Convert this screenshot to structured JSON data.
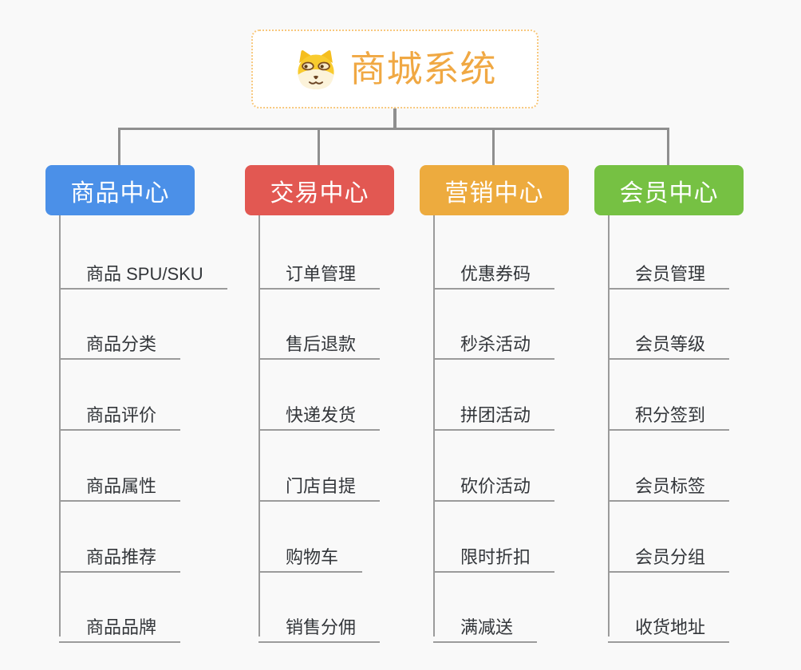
{
  "page": {
    "background_color": "#f9f9f9",
    "connector_color": "#8f8f8f",
    "leaf_line_color": "#9b9b9b",
    "leaf_text_color": "#33363a"
  },
  "root": {
    "title": "商城系统",
    "icon": "dog-icon",
    "text_color": "#f0a843",
    "border_color": "#f8c87d",
    "background": "#ffffff"
  },
  "branches": [
    {
      "label": "商品中心",
      "color": "#4b90e8",
      "items": [
        "商品 SPU/SKU",
        "商品分类",
        "商品评价",
        "商品属性",
        "商品推荐",
        "商品品牌"
      ]
    },
    {
      "label": "交易中心",
      "color": "#e25852",
      "items": [
        "订单管理",
        "售后退款",
        "快递发货",
        "门店自提",
        "购物车",
        "销售分佣"
      ]
    },
    {
      "label": "营销中心",
      "color": "#edab3e",
      "items": [
        "优惠券码",
        "秒杀活动",
        "拼团活动",
        "砍价活动",
        "限时折扣",
        "满减送"
      ]
    },
    {
      "label": "会员中心",
      "color": "#76c143",
      "items": [
        "会员管理",
        "会员等级",
        "积分签到",
        "会员标签",
        "会员分组",
        "收货地址"
      ]
    }
  ]
}
